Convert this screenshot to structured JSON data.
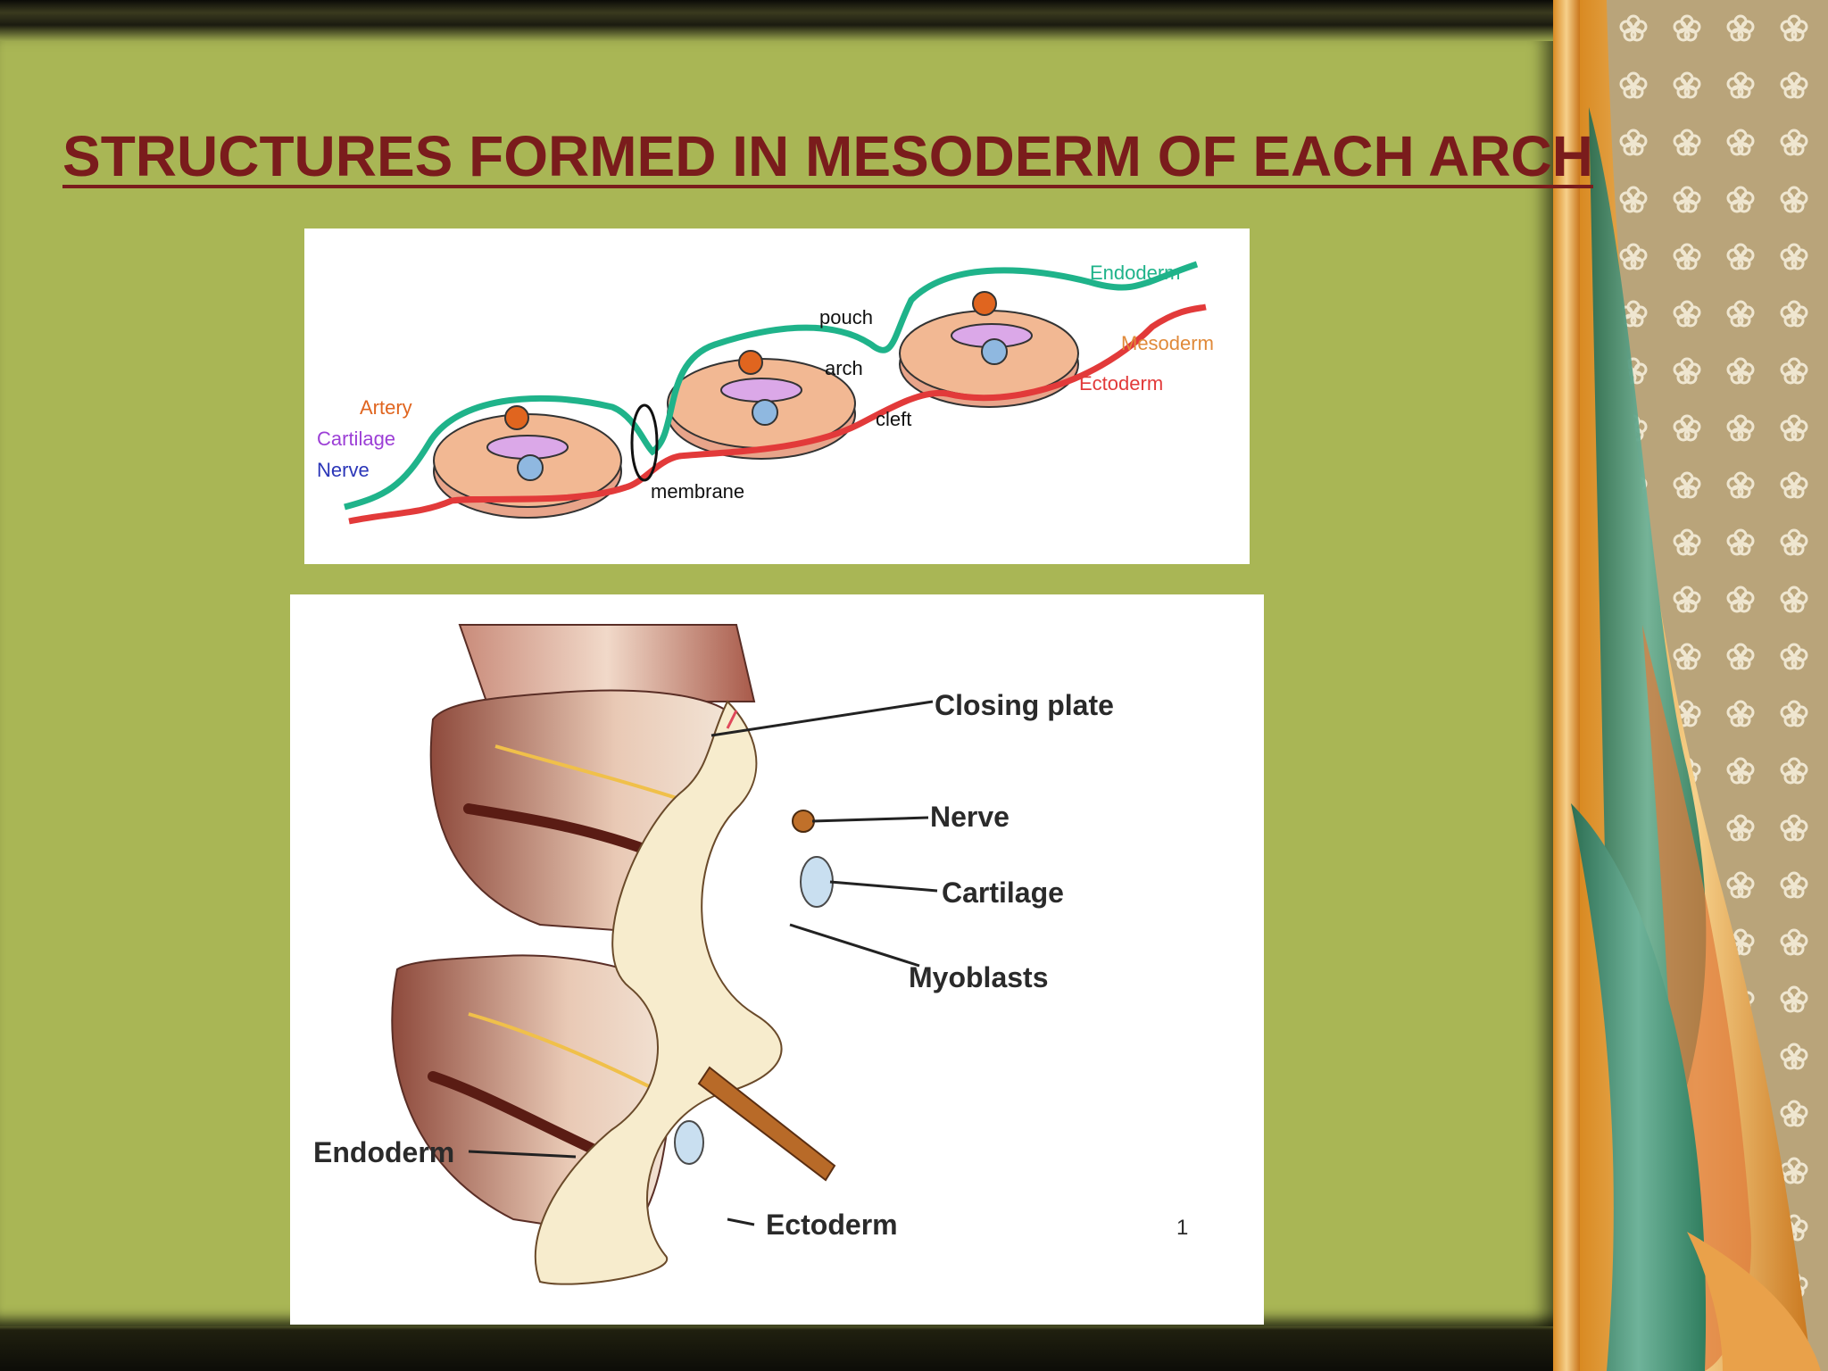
{
  "slide": {
    "title": "STRUCTURES FORMED IN MESODERM OF EACH ARCH"
  },
  "diagram_top": {
    "labels": {
      "artery": "Artery",
      "cartilage": "Cartilage",
      "nerve": "Nerve",
      "membrane": "membrane",
      "pouch": "pouch",
      "arch": "arch",
      "cleft": "cleft",
      "endoderm": "Endoderm",
      "mesoderm": "Mesoderm",
      "ectoderm": "Ectoderm"
    },
    "colors": {
      "endoderm": "#1fb38a",
      "ectoderm": "#e23a3a",
      "mesoderm": "#f2b893",
      "artery": "#e0651f",
      "cartilage": "#dba8e8",
      "nerve": "#8fb8e0"
    }
  },
  "diagram_bottom": {
    "labels": {
      "closing_plate": "Closing plate",
      "nerve": "Nerve",
      "cartilage": "Cartilage",
      "myoblasts": "Myoblasts",
      "endoderm": "Endoderm",
      "ectoderm": "Ectoderm",
      "page_mark": "1"
    }
  }
}
